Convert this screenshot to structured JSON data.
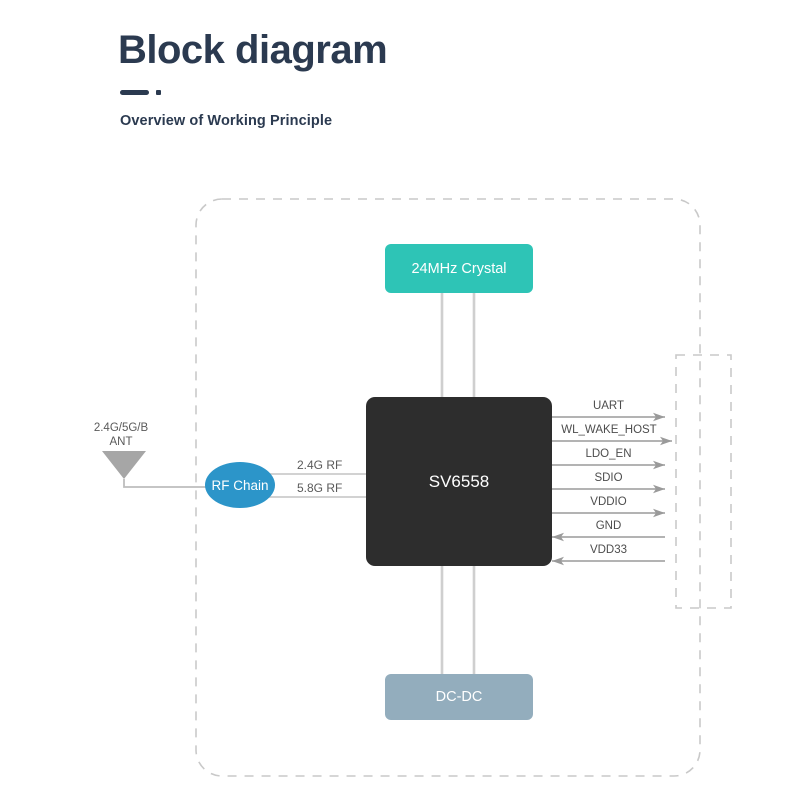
{
  "header": {
    "title": "Block diagram",
    "subtitle": "Overview of Working Principle",
    "divider_icon": "dash-dot-divider"
  },
  "diagram": {
    "type": "block-diagram",
    "boundary": {
      "name": "module-boundary",
      "style": "dashed-rounded-rectangle"
    },
    "inner_boundary": {
      "name": "host-interface-boundary",
      "style": "dashed-rectangle"
    },
    "blocks": {
      "crystal": {
        "label": "24MHz Crystal",
        "color": "#2ec4b6"
      },
      "chip": {
        "label": "SV6558",
        "color": "#2d2d2d"
      },
      "dcdc": {
        "label": "DC-DC",
        "color": "#93adbd"
      },
      "rf_chain": {
        "label": "RF Chain",
        "color": "#2c95c9"
      }
    },
    "antenna": {
      "name": "antenna-symbol",
      "label_line1": "2.4G/5G/B",
      "label_line2": "ANT",
      "color": "#a6a6a6"
    },
    "rf_links": [
      {
        "label": "2.4G RF"
      },
      {
        "label": "5.8G RF"
      }
    ],
    "signals": [
      {
        "label": "UART",
        "direction": "right"
      },
      {
        "label": "WL_WAKE_HOST",
        "direction": "right"
      },
      {
        "label": "LDO_EN",
        "direction": "right"
      },
      {
        "label": "SDIO",
        "direction": "both"
      },
      {
        "label": "VDDIO",
        "direction": "both"
      },
      {
        "label": "GND",
        "direction": "left"
      },
      {
        "label": "VDD33",
        "direction": "left"
      }
    ]
  }
}
